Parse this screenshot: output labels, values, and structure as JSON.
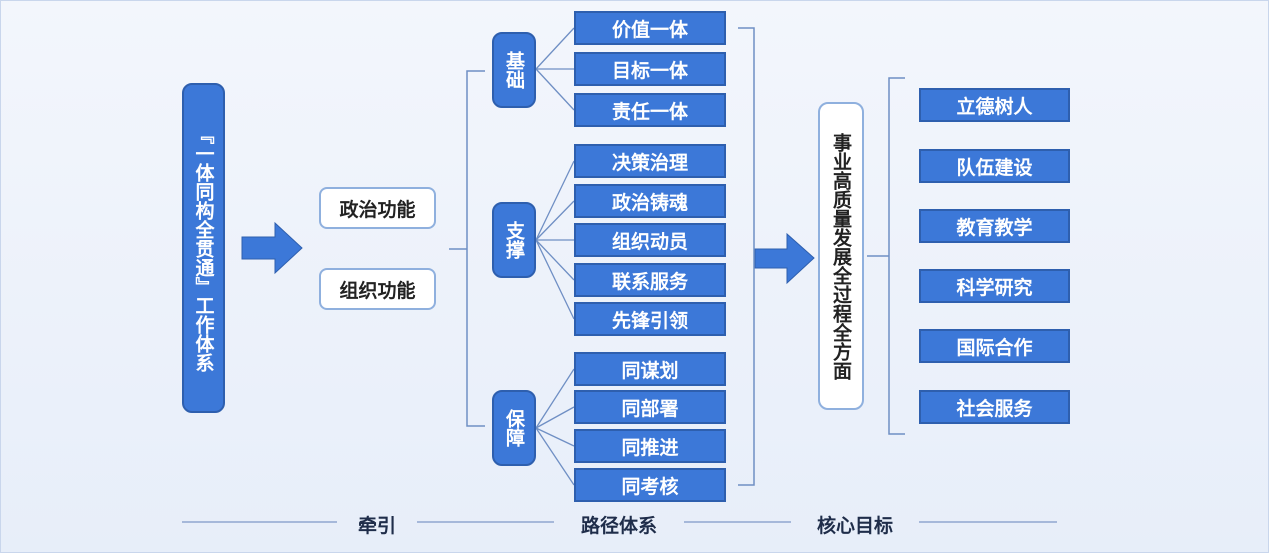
{
  "title": "『一体同构全贯通』工作体系",
  "functions": [
    "政治功能",
    "组织功能"
  ],
  "groups": [
    {
      "label": "基础",
      "items": [
        "价值一体",
        "目标一体",
        "责任一体"
      ]
    },
    {
      "label": "支撑",
      "items": [
        "决策治理",
        "政治铸魂",
        "组织动员",
        "联系服务",
        "先锋引领"
      ]
    },
    {
      "label": "保障",
      "items": [
        "同谋划",
        "同部署",
        "同推进",
        "同考核"
      ]
    }
  ],
  "goal": "事业高质量发展全过程全方面",
  "outcomes": [
    "立德树人",
    "队伍建设",
    "教育教学",
    "科学研究",
    "国际合作",
    "社会服务"
  ],
  "footer": [
    "牵引",
    "路径体系",
    "核心目标"
  ],
  "colors": {
    "box_fill": "#3c78d8",
    "line": "#6f8fc4",
    "arrow": "#3c78d8"
  }
}
